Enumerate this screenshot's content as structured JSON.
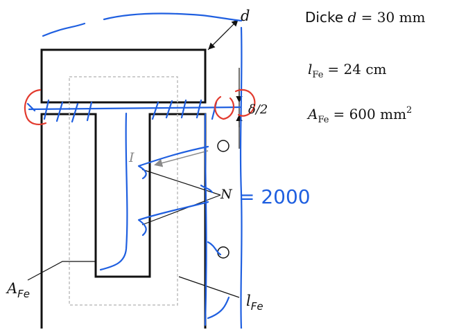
{
  "params": {
    "thickness_word": "Dicke",
    "thickness_symbol": "d",
    "thickness_value": "= 30 mm",
    "length_base": "l",
    "length_sub": "Fe",
    "length_value": "= 24 cm",
    "area_base": "A",
    "area_sub": "Fe",
    "area_value": "= 600 mm",
    "area_exp": "2"
  },
  "labels": {
    "d": "d",
    "gap": "δ/2",
    "current": "I",
    "turns": "N",
    "area_base": "A",
    "area_sub": "Fe",
    "length_base": "l",
    "length_sub": "Fe"
  },
  "annotation": {
    "turns_value": "= 2000"
  },
  "colors": {
    "ink": "#111111",
    "pen_blue": "#1f5fe0",
    "pen_red": "#e23a2e",
    "dashed_path": "#bdbdbd",
    "arrow_gray": "#8a8a8a"
  }
}
